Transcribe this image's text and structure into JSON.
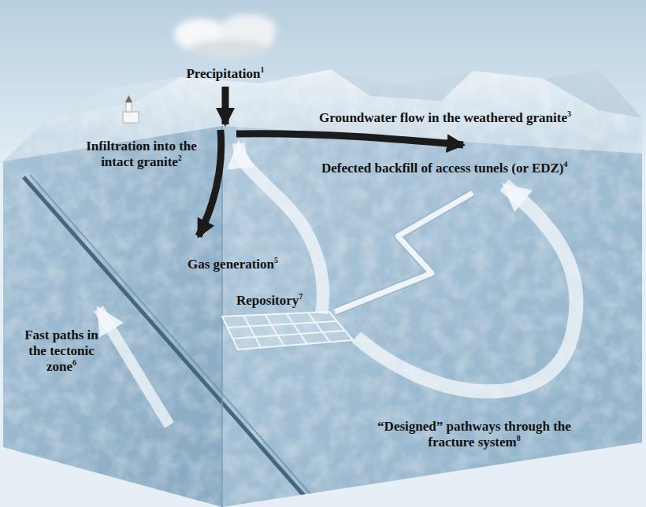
{
  "diagram": {
    "labels": [
      "Precipitation",
      "1",
      "Infiltration into the intact granite",
      "2",
      "Groundwater flow in the weathered granite",
      "3",
      "Defected backfill of access tunels (or EDZ)",
      "4",
      "Gas generation",
      "5",
      "Fast paths in the tectonic zone",
      "6",
      "Repository",
      "7",
      "“Designed” pathways through the fracture system",
      "8"
    ]
  }
}
